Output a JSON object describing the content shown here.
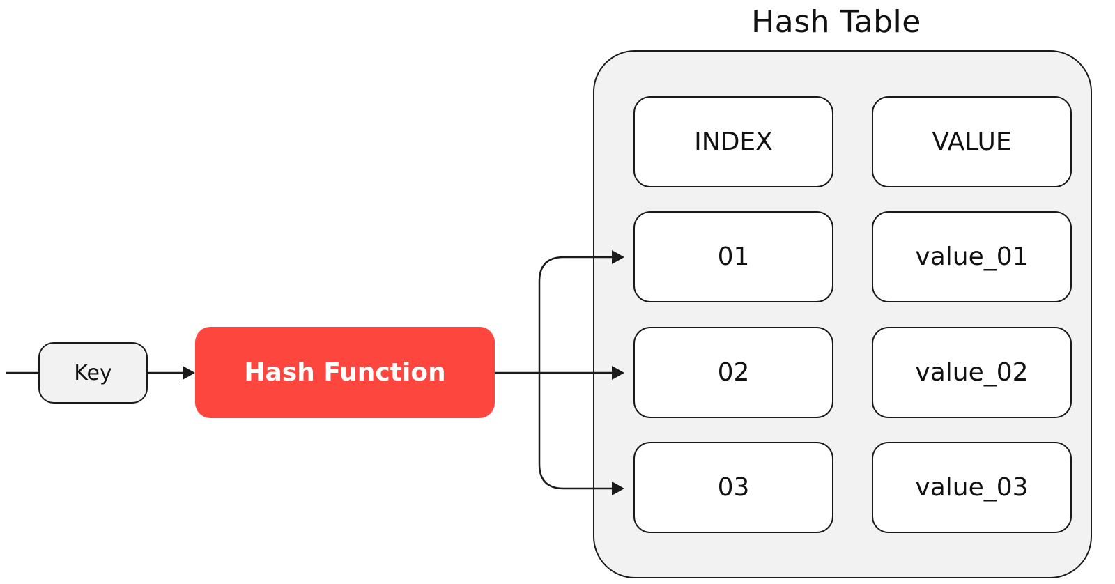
{
  "title": "Hash Table",
  "key": {
    "label": "Key"
  },
  "hash_function": {
    "label": "Hash Function",
    "color": "#fd463e"
  },
  "table": {
    "headers": {
      "index": "INDEX",
      "value": "VALUE"
    },
    "rows": [
      {
        "index": "01",
        "value": "value_01"
      },
      {
        "index": "02",
        "value": "value_02"
      },
      {
        "index": "03",
        "value": "value_03"
      }
    ]
  },
  "colors": {
    "panel_fill": "#f2f2f2",
    "cell_fill": "#ffffff",
    "stroke": "#1a1a1a"
  }
}
